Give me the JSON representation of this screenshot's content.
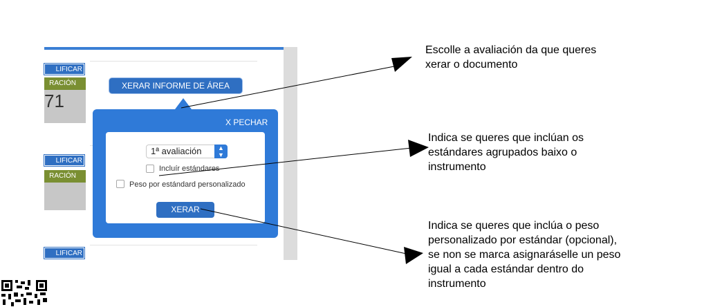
{
  "cards": [
    {
      "calificar_label": "LIFICAR",
      "tag_label": "RACIÓN",
      "value": "71"
    },
    {
      "calificar_label": "LIFICAR",
      "tag_label": "RACIÓN",
      "value": ""
    },
    {
      "calificar_label": "LIFICAR"
    }
  ],
  "area_button": "XERAR INFORME DE ÁREA",
  "popup": {
    "close_label": "X PECHAR",
    "evaluation_select": "1ª avaliación",
    "include_standards_label": "Incluír estándares",
    "custom_weight_label": "Peso por estándard personalizado",
    "generate_label": "XERAR"
  },
  "annotations": {
    "note_1": [
      "Escolle a avaliación da que queres",
      "xerar o documento"
    ],
    "note_2": [
      "Indica se queres que inclúan os",
      "estándares agrupados baixo o",
      "instrumento"
    ],
    "note_3": [
      "Indica se queres que inclúa o peso",
      "personalizado por estándar (opcional),",
      "se non se marca asignaráselle un peso",
      "igual a cada estándar dentro do",
      "instrumento"
    ]
  },
  "colors": {
    "accent": "#2f7ad8",
    "button": "#2f6fc2",
    "tag_green": "#7a8f32"
  }
}
